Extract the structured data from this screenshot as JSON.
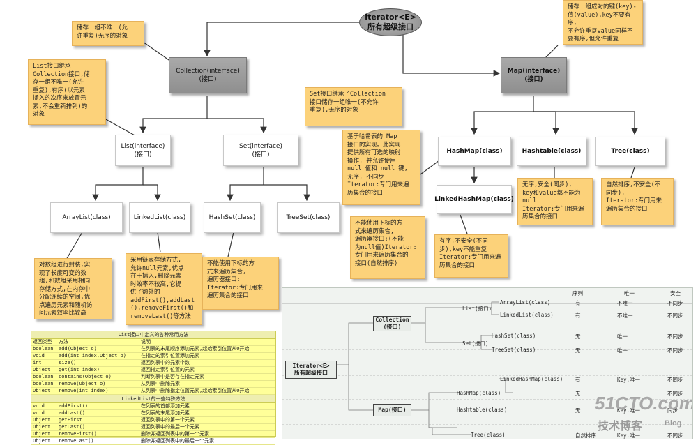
{
  "root": {
    "line1": "Iterator<E>",
    "line2": "所有超级接口"
  },
  "collection": {
    "line1": "Collection(interface)",
    "line2": "(接口)"
  },
  "map": {
    "line1": "Map(interface)",
    "line2": "(接口)"
  },
  "list": {
    "line1": "List(interface)",
    "line2": "(接口)"
  },
  "set": {
    "line1": "Set(interface)",
    "line2": "(接口)"
  },
  "arraylist": "ArrayList(class)",
  "linkedlist": "LinkedList(class)",
  "hashset": "HashSet(class)",
  "treeset": "TreeSet(class)",
  "hashmap": "HashMap(class)",
  "hashtable": "Hashtable(class)",
  "treemap": "Tree(class)",
  "linkedhashmap": "LinkedHashMap(class)",
  "notes": {
    "collection": "储存一组不唯一(允\n许重复)无序的对象",
    "list": "List接口继承\nCollection接口,储\n存一组不唯一(允许\n重复),有序(以元素\n插入的次序来放置元\n素,不会重新排列)的\n对象",
    "set": "Set接口继承了Collection\n接口储存一组唯一(不允许\n重复),无序的对象",
    "map": "储存一组成对的键(key)-\n值(value),key不要有序,\n不允许重复value同样不\n要有序,但允许重复",
    "hashmap": "基于哈希表的 Map\n接口的实现。此实现\n提供所有可选的映射\n操作, 并允许使用\nnull 值和 null 键,\n无序, 不同步\nIterator:专门用来遍\n历集合的接口",
    "hashtable": "无序,安全(同步),\nkey和value都不能为\nnull\nIterator:专门用来遍\n历集合的接口",
    "treemap": "自然排序,不安全(不\n同步),\nIterator:专门用来\n遍历集合的接口",
    "linkedhashmap": "有序,不安全(不同\n步),key不能重复\nIterator:专门用来遍\n历集合的接口",
    "arraylist": "对数组进行封装,实\n现了长度可变的数\n组,和数组采用相同\n存储方式,在内存中\n分配连续的空间,优\n点遍历元素和随机访\n问元素效率比较高",
    "linkedlist": "采用链表存储方式,\n允许null元素,优点\n在于插入,删除元素\n时效率不较高,它提\n供了额外的\naddFirst(),addLast\n(),removeFirst()和\nremoveLast()等方法",
    "hashset": "不能使用下标的方\n式来遍历集合,\n遍历器接口:\nIterator:专门用来\n遍历集合的接口",
    "treeset": "不能使用下标的方\n式来遍历集合,\n遍历器接口:(不能\n为null值)Iterator:\n专门用来遍历集合的\n接口(自然排序)"
  },
  "list_table": {
    "title": "List接口中定义的各种常用方法",
    "headers": [
      "返回类型",
      "方法",
      "说明"
    ],
    "rows": [
      [
        "boolean",
        "add(Object o)",
        "在列表的末尾顺序添加元素,起始索引位置从0开始"
      ],
      [
        "void",
        "add(int index,Object o)",
        "在指定的索引位置添加元素"
      ],
      [
        "int",
        "size()",
        "返回列表中的元素个数"
      ],
      [
        "Object",
        "get(int index)",
        "返回指定索引位置的元素"
      ],
      [
        "boolean",
        "contains(Object o)",
        "判断列表中是否存在指定元素"
      ],
      [
        "boolean",
        "remove(Object o)",
        "从列表中删除元素"
      ],
      [
        "Object",
        "remove(int index)",
        "从列表中删除指定位置元素,起始索引位置从0开始"
      ]
    ],
    "subtitle": "LinkedList的一些特殊方法",
    "rows2": [
      [
        "void",
        "addFirst()",
        "在列表的首部添加元素"
      ],
      [
        "void",
        "addLast()",
        "在列表的末尾添加元素"
      ],
      [
        "Object",
        "getFirst",
        "返回列表中的第一个元素"
      ],
      [
        "Object",
        "getLast()",
        "返回列表中的最后一个元素"
      ],
      [
        "Object",
        "removeFirst()",
        "删除并返回列表中的第一个元素"
      ],
      [
        "Object",
        "removeLast()",
        "删除并返回列表中的最后一个元素"
      ]
    ]
  },
  "summary": {
    "col_headers": [
      "序列",
      "唯一",
      "安全"
    ],
    "root": {
      "line1": "Iterator<E>",
      "line2": "所有超级接口"
    },
    "collection": {
      "line1": "Collection",
      "line2": "(接口)"
    },
    "map": "Map(接口)",
    "list": "List(接口)",
    "set": "Set(接口)",
    "rows": [
      {
        "name": "ArrayList(class)",
        "seq": "有",
        "uniq": "不唯一",
        "safe": "不同步"
      },
      {
        "name": "LinkedList(class)",
        "seq": "有",
        "uniq": "不唯一",
        "safe": "不同步"
      },
      {
        "name": "HashSet(class)",
        "seq": "无",
        "uniq": "唯一",
        "safe": "不同步"
      },
      {
        "name": "TreeSet(class)",
        "seq": "无",
        "uniq": "唯一",
        "safe": "不同步"
      },
      {
        "name": "LinkedHashMap(class)",
        "seq": "有",
        "uniq": "Key,唯一",
        "safe": "不同步"
      },
      {
        "name": "HashMap(class)",
        "seq": "无",
        "uniq": "",
        "safe": "不同步"
      },
      {
        "name": "Hashtable(class)",
        "seq": "无",
        "uniq": "Key,唯一",
        "safe": "同步"
      },
      {
        "name": "Tree(class)",
        "seq": "自然排序",
        "uniq": "Key,唯一",
        "safe": "不同步"
      }
    ]
  },
  "watermark": {
    "logo": "51CTO.com",
    "sub": "技术博客",
    "blog": "Blog"
  }
}
